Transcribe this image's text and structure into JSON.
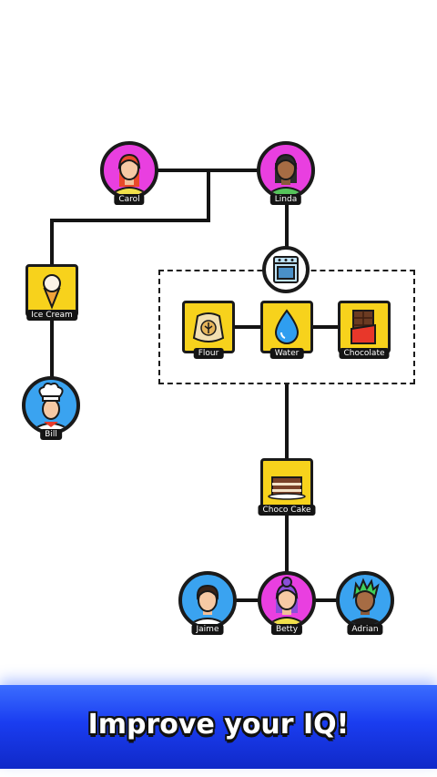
{
  "people": {
    "carol": {
      "name": "Carol",
      "bg": "#e93fe0"
    },
    "linda": {
      "name": "Linda",
      "bg": "#e93fe0"
    },
    "bill": {
      "name": "Bill",
      "bg": "#3aa3f0"
    },
    "jaime": {
      "name": "Jaime",
      "bg": "#3aa3f0"
    },
    "betty": {
      "name": "Betty",
      "bg": "#e93fe0"
    },
    "adrian": {
      "name": "Adrian",
      "bg": "#3aa3f0"
    }
  },
  "items": {
    "ice_cream": {
      "name": "Ice Cream",
      "icon": "ice-cream-icon"
    },
    "oven": {
      "icon": "oven-icon"
    },
    "flour": {
      "name": "Flour",
      "icon": "flour-sack-icon"
    },
    "water": {
      "name": "Water",
      "icon": "water-drop-icon"
    },
    "chocolate": {
      "name": "Chocolate",
      "icon": "chocolate-bar-icon"
    },
    "choco_cake": {
      "name": "Choco Cake",
      "icon": "cake-icon"
    }
  },
  "banner": {
    "text": "Improve your IQ!"
  },
  "colors": {
    "tile": "#f7d21c",
    "banner": "#1a3df0",
    "outline": "#1a1a1a"
  }
}
